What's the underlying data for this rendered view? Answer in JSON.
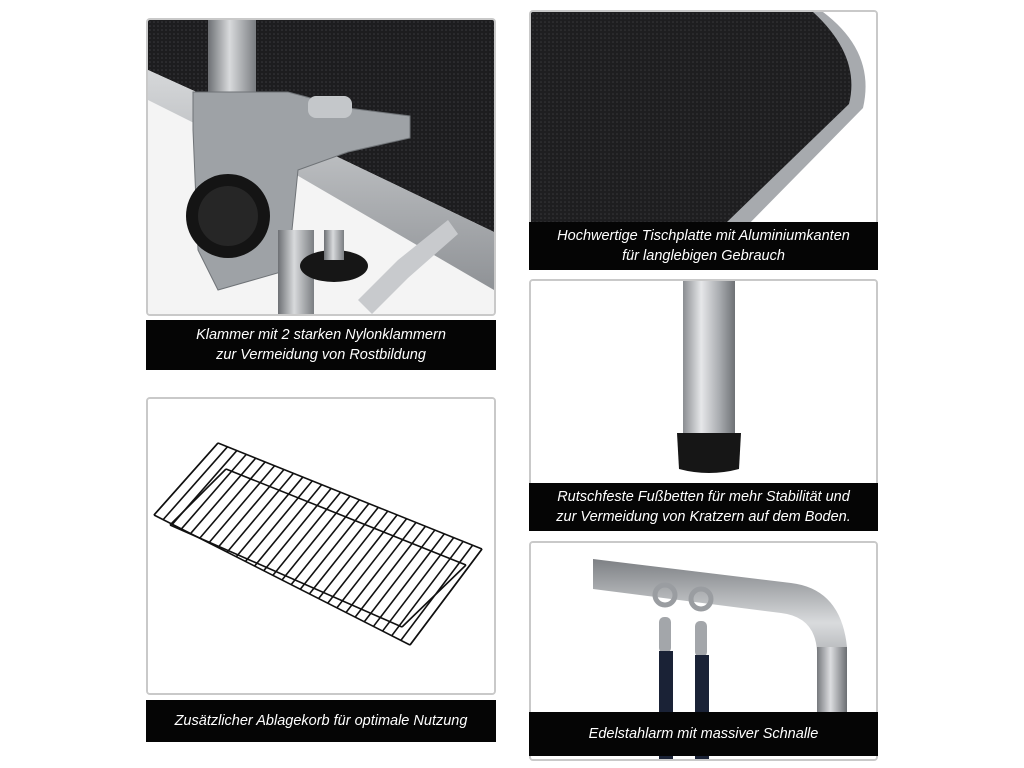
{
  "panels": [
    {
      "id": "clamp",
      "caption_lines": [
        "Klammer mit 2 starken Nylonklammern",
        "zur Vermeidung von Rostbildung"
      ]
    },
    {
      "id": "tabletop",
      "caption_lines": [
        "Hochwertige Tischplatte mit Aluminiumkanten",
        "für langlebigen Gebrauch"
      ]
    },
    {
      "id": "foot",
      "caption_lines": [
        "Rutschfeste Fußbetten für mehr Stabilität und",
        "zur Vermeidung von Kratzern auf dem Boden."
      ]
    },
    {
      "id": "basket",
      "caption_lines": [
        "Zusätzlicher Ablagekorb für optimale Nutzung"
      ]
    },
    {
      "id": "arm",
      "caption_lines": [
        "Edelstahlarm mit massiver Schnalle"
      ]
    }
  ],
  "colors": {
    "caption_bg": "#050505",
    "caption_text": "#ffffff",
    "panel_border": "#c9c9c9",
    "tabletop": "#1e1e20",
    "metal": "#b8bcc0"
  }
}
